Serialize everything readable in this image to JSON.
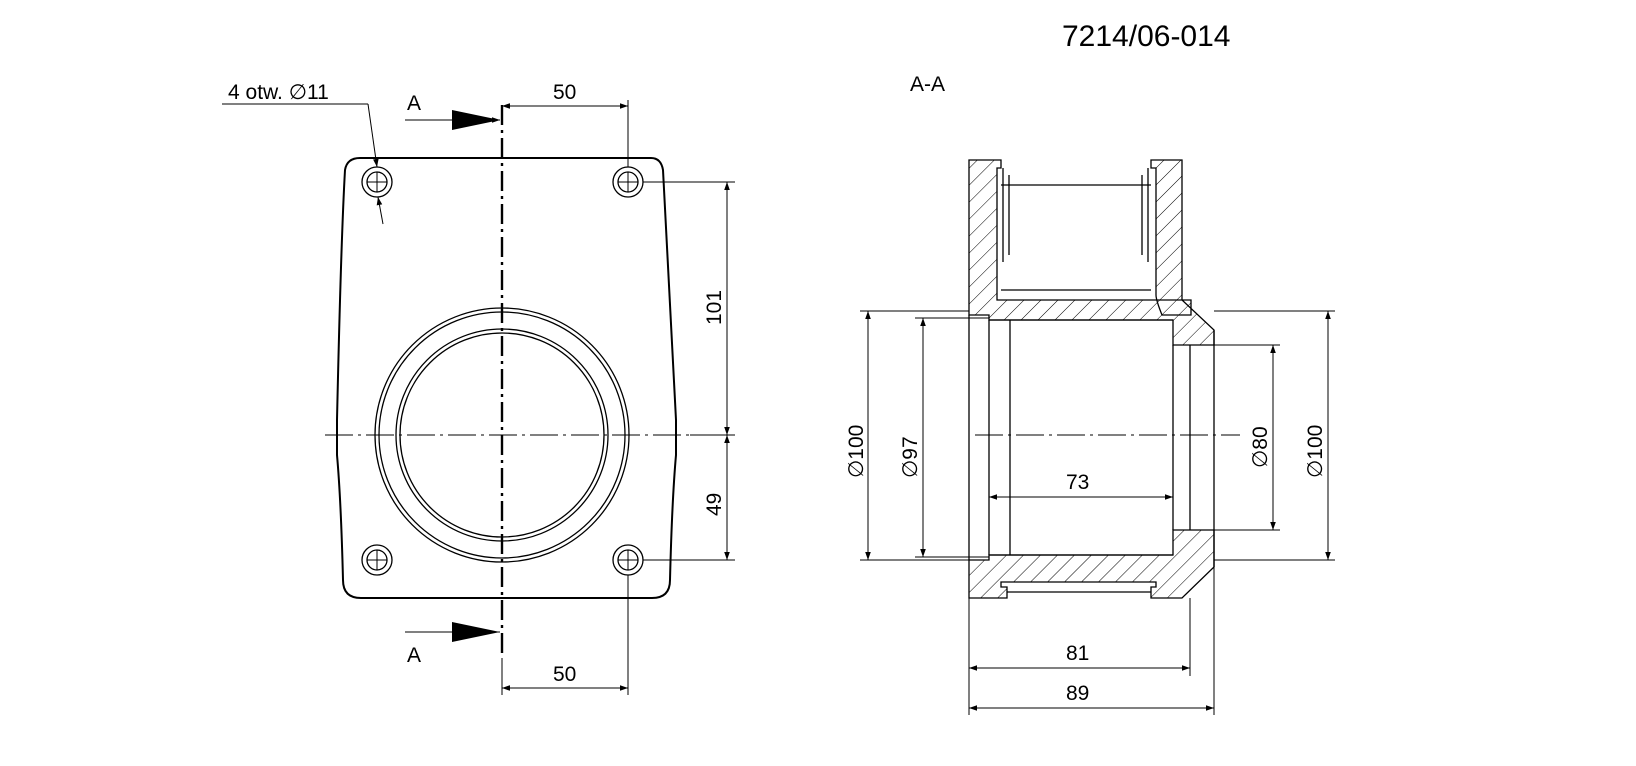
{
  "drawing_number": "7214/06-014",
  "section_label": "A-A",
  "front_view": {
    "holes_note": "4 otw. ∅11",
    "section_mark_top": "A",
    "section_mark_bottom": "A",
    "dim_top": "50",
    "dim_bottom": "50",
    "dim_right_upper": "101",
    "dim_right_lower": "49"
  },
  "section_view": {
    "dim_outer_left": "∅100",
    "dim_inner_left": "∅97",
    "dim_inner_right": "∅80",
    "dim_outer_right": "∅100",
    "dim_depth": "73",
    "dim_length_81": "81",
    "dim_length_89": "89"
  }
}
